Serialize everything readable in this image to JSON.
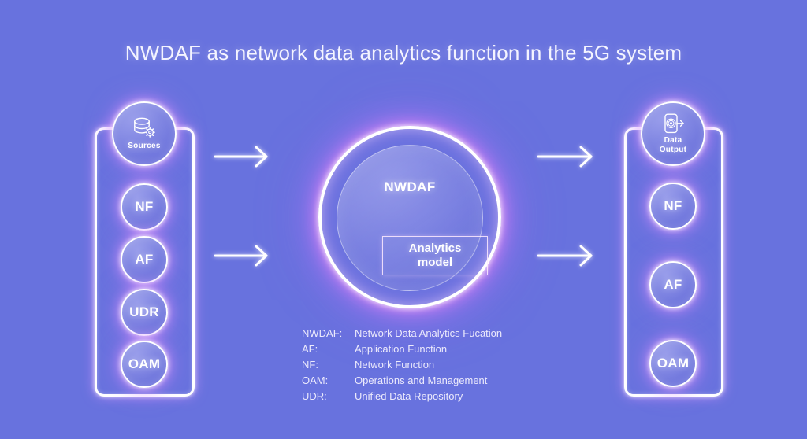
{
  "title": "NWDAF as network data analytics function in the 5G system",
  "colors": {
    "background": "#6872de",
    "neon_white": "#ffffff",
    "neon_glow_pink": "#e296ff",
    "text": "#ffffff"
  },
  "left_column": {
    "name": "data-sources-column",
    "head": {
      "label": "Sources",
      "icon": "database-gear-icon"
    },
    "nodes": [
      {
        "label": "NF"
      },
      {
        "label": "AF"
      },
      {
        "label": "UDR"
      },
      {
        "label": "OAM"
      }
    ]
  },
  "center": {
    "title": "NWDAF",
    "box_line1": "Analytics",
    "box_line2": "model"
  },
  "right_column": {
    "name": "data-output-column",
    "head": {
      "label_line1": "Data",
      "label_line2": "Output",
      "icon": "data-output-icon"
    },
    "nodes": [
      {
        "label": "NF"
      },
      {
        "label": "AF"
      },
      {
        "label": "OAM"
      }
    ]
  },
  "arrows": [
    {
      "name": "arrow-sources-to-nwdaf-top"
    },
    {
      "name": "arrow-sources-to-nwdaf-bottom"
    },
    {
      "name": "arrow-nwdaf-to-output-top"
    },
    {
      "name": "arrow-nwdaf-to-output-bottom"
    }
  ],
  "legend": [
    {
      "abbr": "NWDAF:",
      "definition": "Network Data Analytics Fucation"
    },
    {
      "abbr": "AF:",
      "definition": "Application Function"
    },
    {
      "abbr": "NF:",
      "definition": "Network Function"
    },
    {
      "abbr": "OAM:",
      "definition": "Operations and Management"
    },
    {
      "abbr": "UDR:",
      "definition": "Unified Data Repository"
    }
  ]
}
